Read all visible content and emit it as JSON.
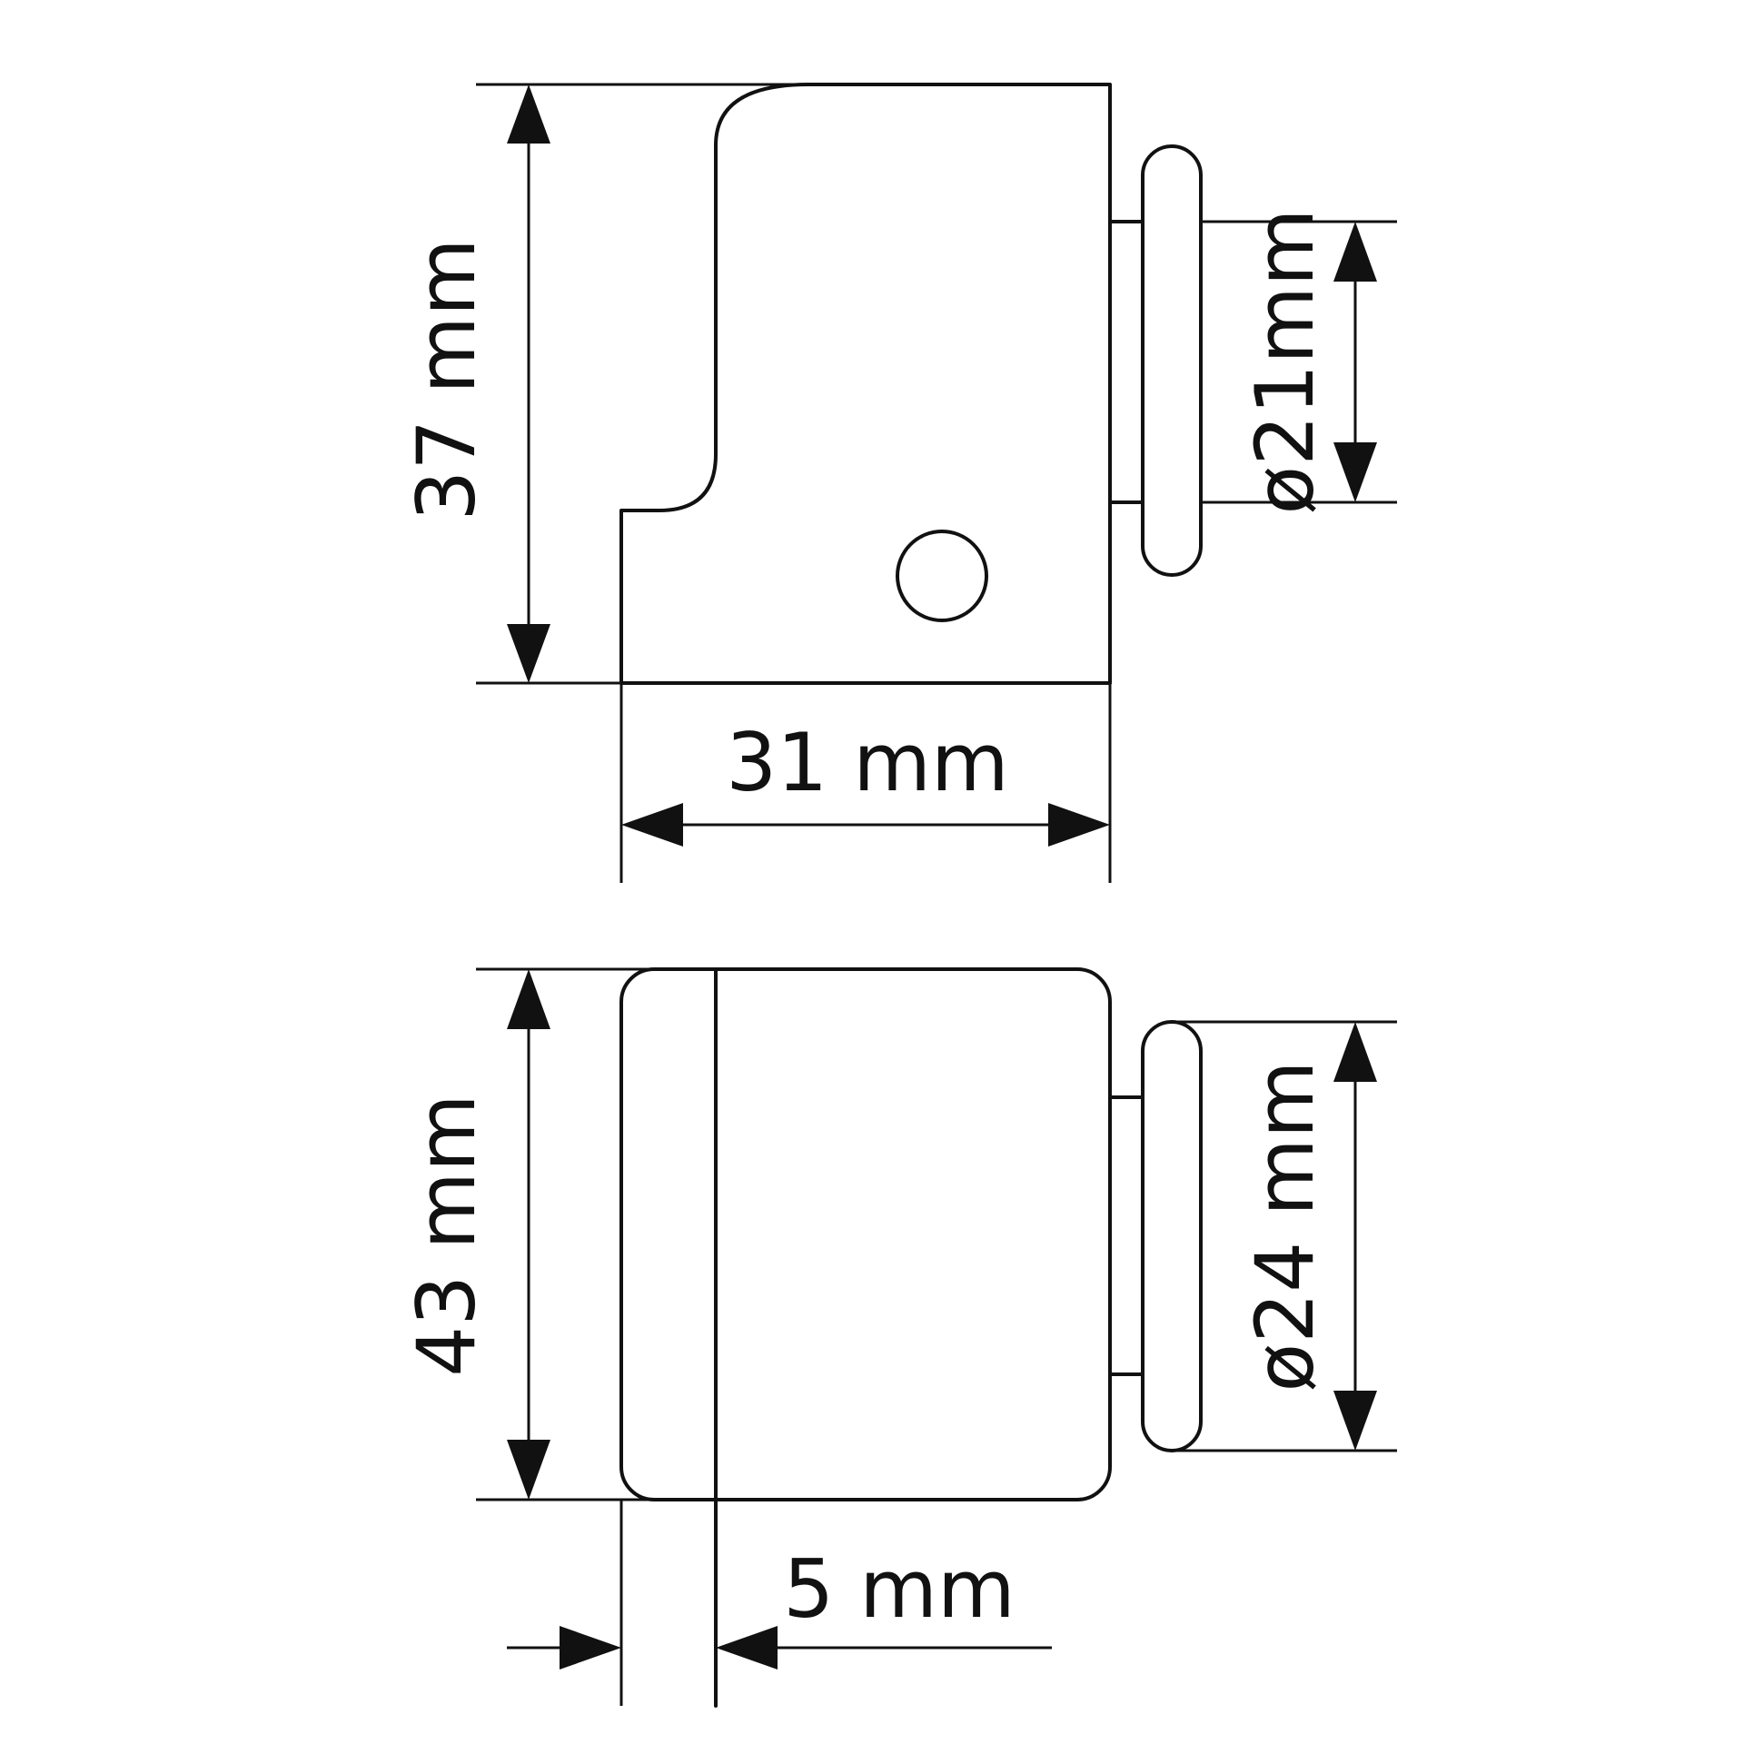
{
  "dimensions": {
    "top_height": "37 mm",
    "top_width": "31 mm",
    "top_diameter": "ø21mm",
    "bottom_height": "43 mm",
    "bottom_offset": "5 mm",
    "bottom_diameter": "ø24 mm"
  },
  "colors": {
    "line": "#111111",
    "background": "#ffffff"
  }
}
